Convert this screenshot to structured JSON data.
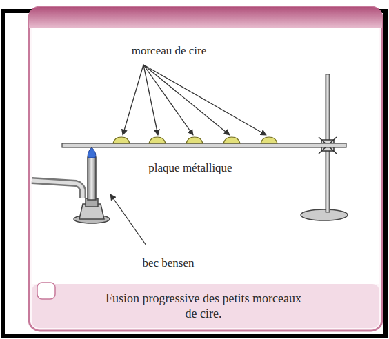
{
  "diagram": {
    "caption": "Fusion progressive des petits morceaux de cire.",
    "labels": [
      "morceau de cire",
      "plaque métallique",
      "bec bensen"
    ]
  }
}
